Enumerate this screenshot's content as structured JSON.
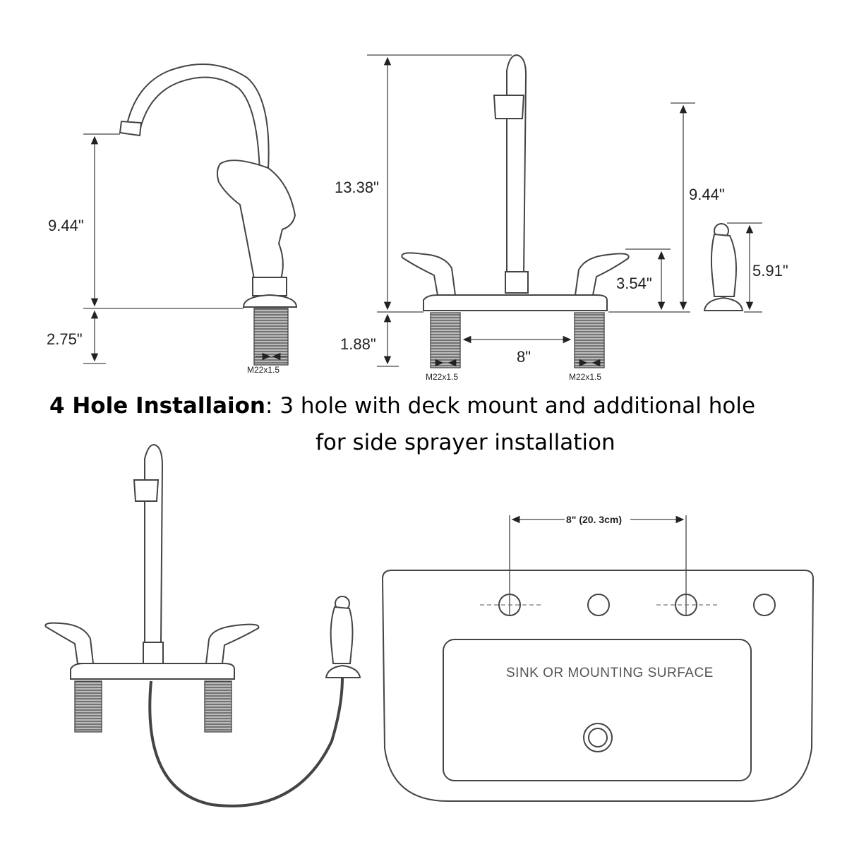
{
  "side_view": {
    "dim_spout_height": "9.44\"",
    "dim_shank": "2.75\"",
    "thread": "M22x1.5"
  },
  "front_view": {
    "dim_total_height": "13.38\"",
    "dim_shank": "1.88\"",
    "dim_spacing": "8\"",
    "dim_handle_height": "3.54\"",
    "thread_left": "M22x1.5",
    "thread_right": "M22x1.5"
  },
  "sprayer": {
    "dim_total": "9.44\"",
    "dim_sprayer": "5.91\""
  },
  "caption": {
    "title": "4 Hole Installaion",
    "text_line1": ": 3 hole with deck mount and additional hole",
    "text_line2": "for side sprayer installation"
  },
  "sink_plan": {
    "hole_spacing": "8\" (20. 3cm)",
    "surface_label": "SINK OR MOUNTING SURFACE"
  }
}
